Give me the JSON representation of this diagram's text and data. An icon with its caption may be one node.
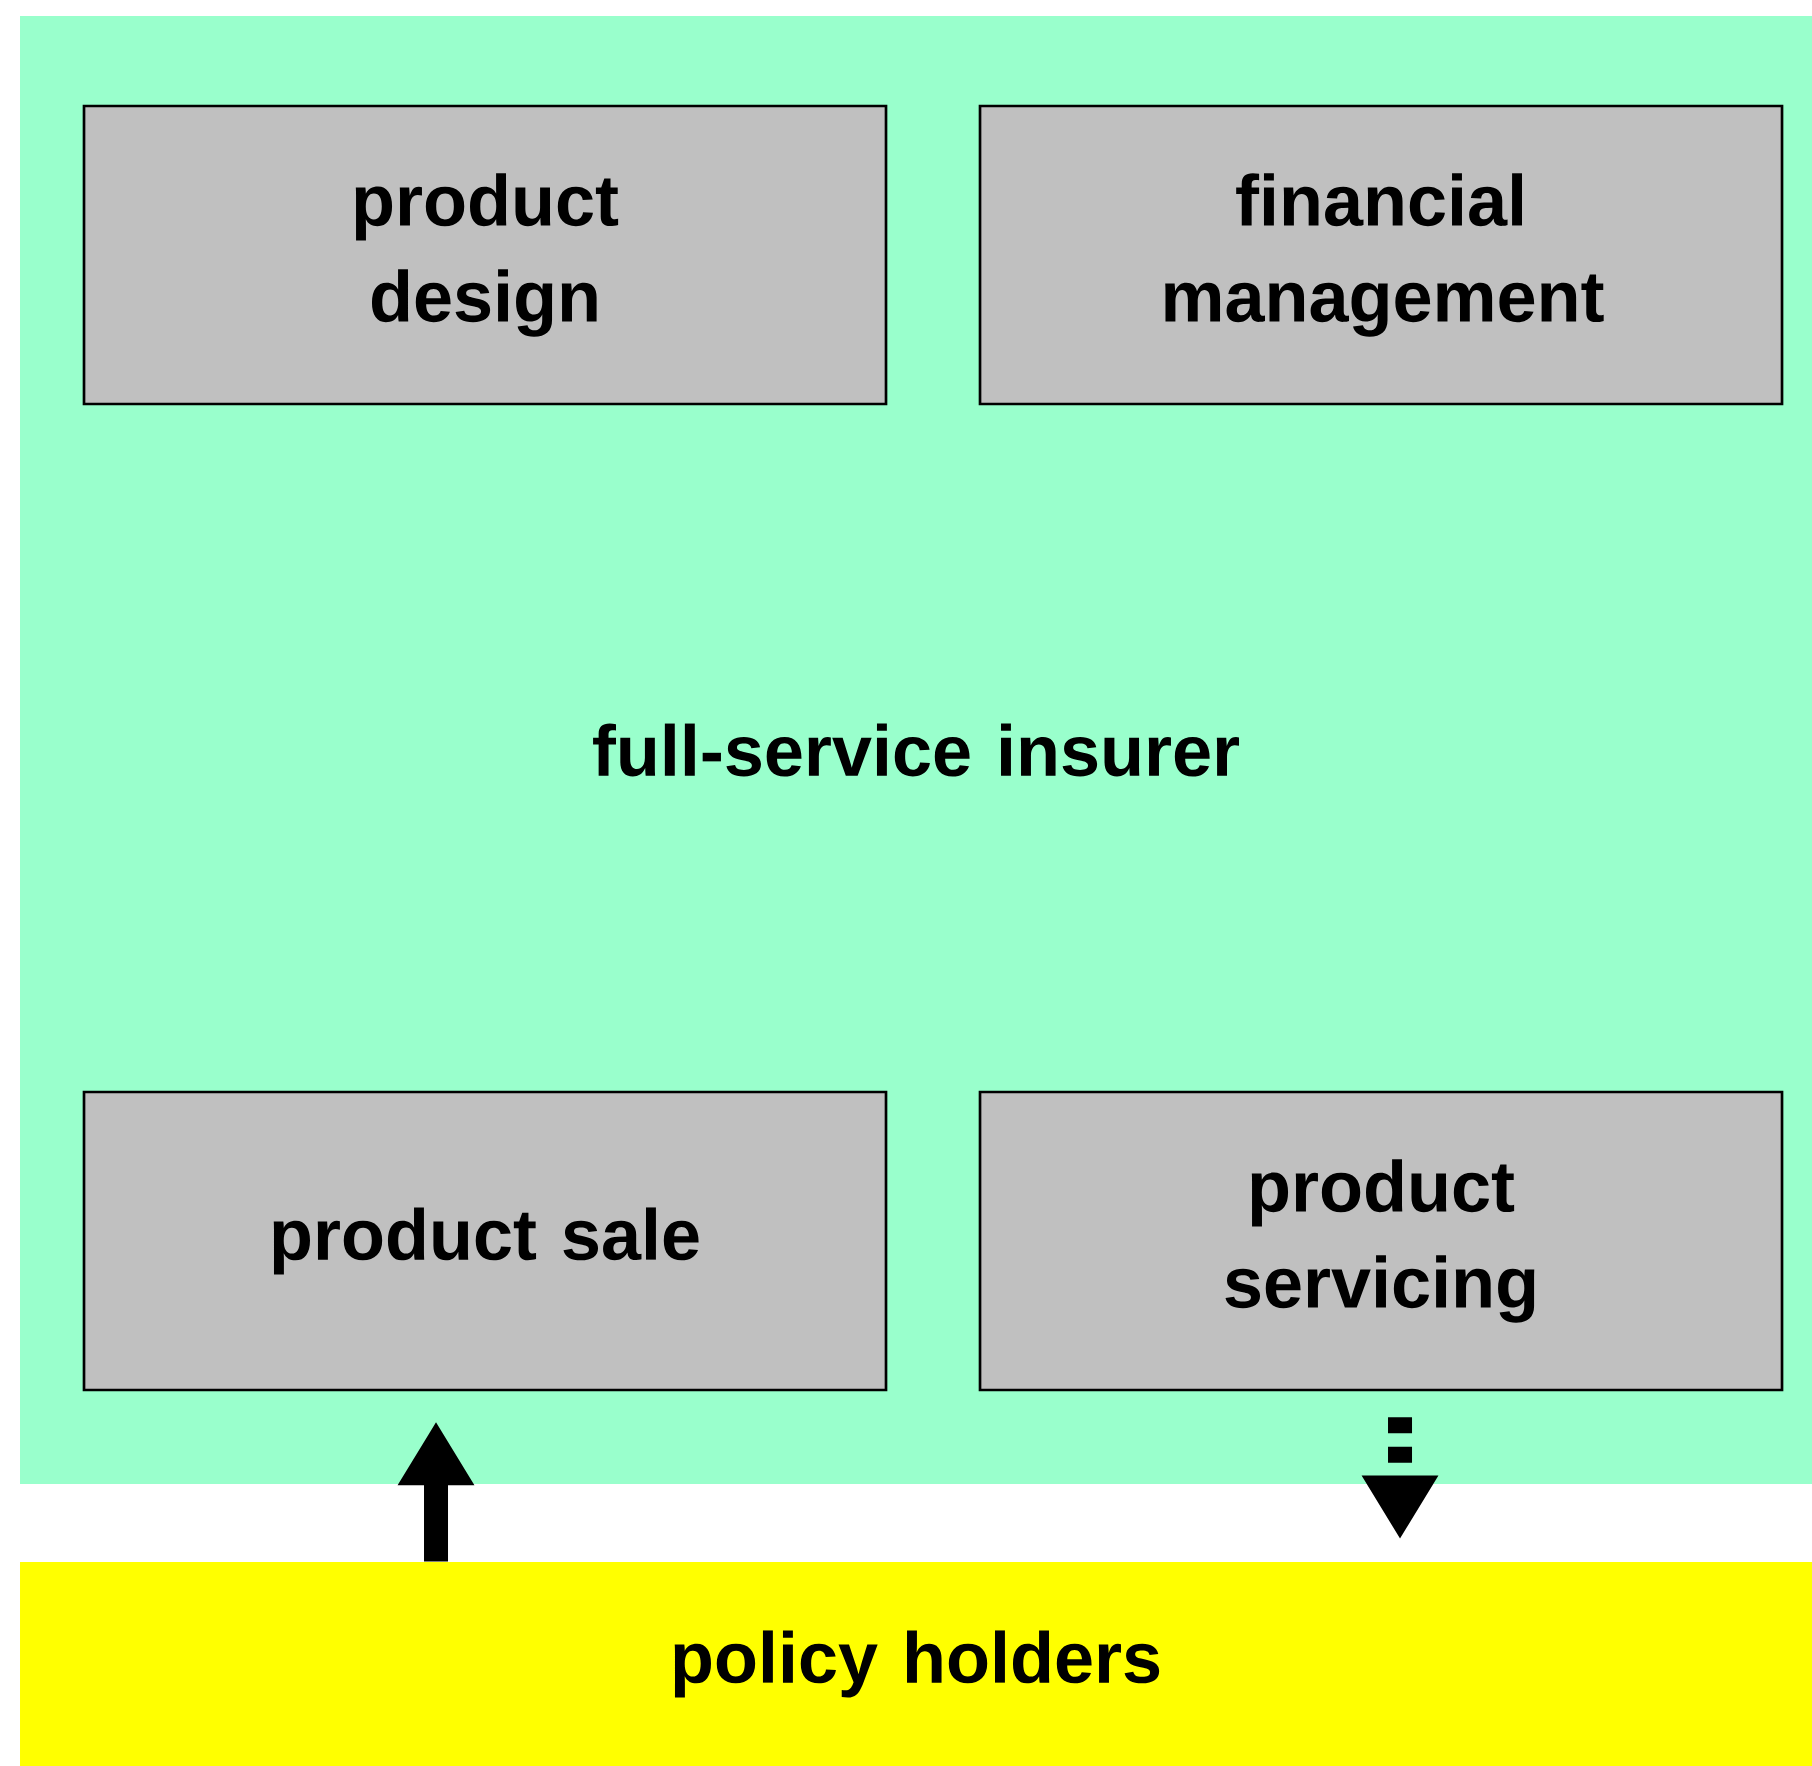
{
  "diagram": {
    "nodes": [
      {
        "text": [
          "full-service insurer"
        ]
      },
      {
        "text": [
          "product design"
        ],
        "in": 0
      },
      {
        "text": [
          "financial management"
        ],
        "in": 0
      },
      {
        "text": [
          "product sale"
        ],
        "in": 0
      },
      {
        "text": [
          "product servicing"
        ],
        "in": 0
      },
      {
        "text": [
          "policy holders"
        ]
      }
    ],
    "edges": [
      {
        "from": 5,
        "to": 3,
        "arrow": "to"
      },
      {
        "from": 4,
        "to": 5,
        "arrow": "to",
        "style": "dashed"
      }
    ]
  }
}
